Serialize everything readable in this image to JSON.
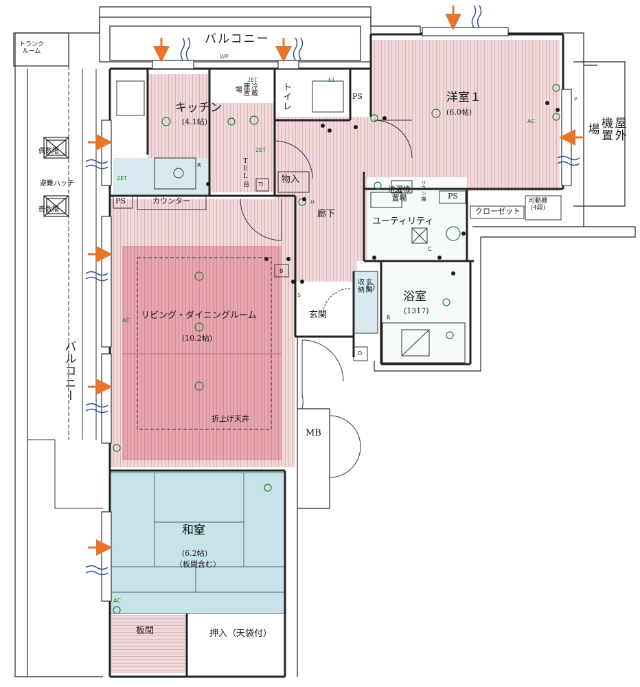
{
  "rooms": {
    "trunk_room": "トランク\nルーム",
    "balcony_top": "バルコニー",
    "balcony_left": "バルコニー",
    "kitchen": "キッチン",
    "kitchen_size": "(4.1帖)",
    "fridge": "冷蔵\n庫置\n場",
    "toilet": "トイレ",
    "western1": "洋室１",
    "western1_size": "(6.0帖)",
    "outdoor_unit": "屋外\n機置\n場",
    "ps": "PS",
    "tel": "TEL台",
    "storage": "物入",
    "counter": "カウンター",
    "corridor": "廊下",
    "washer": "洗濯機\n置場",
    "linen": "リネン棚",
    "closet": "クローゼット",
    "movable_shelf": "可動棚\n(4段)",
    "utility": "ユーティリティ",
    "ldk": "リビング・ダイニングルーム",
    "ldk_size": "(10.2帖)",
    "entrance_storage": "玄関\n収納",
    "entrance": "玄関",
    "bath": "浴室",
    "bath_size": "(1317)",
    "ceiling": "折上げ天井",
    "mb": "MB",
    "washitsu": "和室",
    "washitsu_size": "(6.2帖)",
    "washitsu_note": "〈板間含む〉",
    "itama": "板間",
    "oshiire": "押入（天袋付）",
    "even_floor": "偶数階",
    "escape_hatch": "避難ハッチ",
    "odd_floor": "奇数階"
  },
  "codes": {
    "wp": "WP",
    "et": "2ET",
    "et1": "E1",
    "ac": "AC",
    "b": "B",
    "d": "D",
    "r": "R",
    "c": "C",
    "s": "S",
    "h": "H",
    "t": "TI",
    "p": "P"
  },
  "colors": {
    "floor_pink": "#efd9da",
    "ldk_pink": "#e7a5b0",
    "tatami_blue": "#c8e2ea",
    "wet_blue": "#d7e9ef",
    "wall": "#222222",
    "arrow": "#e8742b",
    "wind": "#2a4fa0",
    "fixture": "#2a7a34"
  }
}
